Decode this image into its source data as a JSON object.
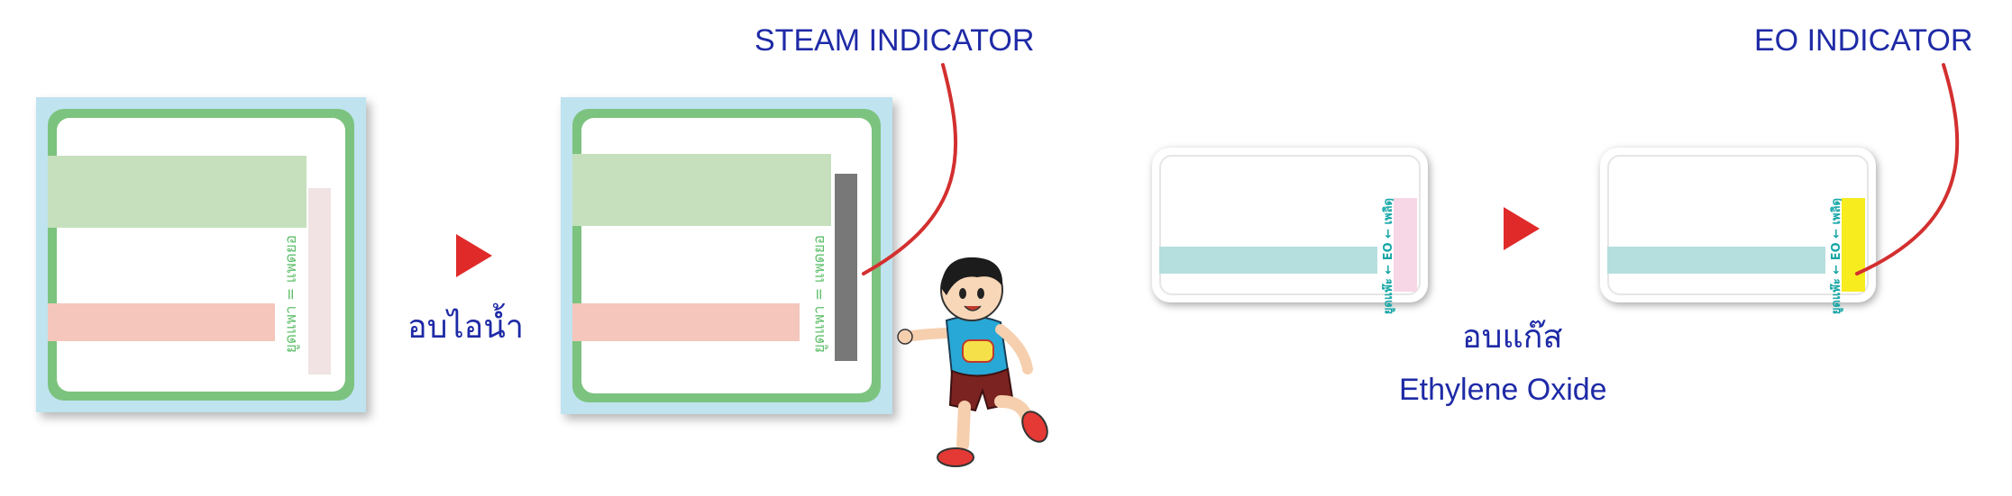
{
  "labels": {
    "steam_indicator": "STEAM INDICATOR",
    "eo_indicator": "EO INDICATOR",
    "steam_process": "อบไอน้ำ",
    "gas_process": "อบแก๊ส",
    "gas_name": "Ethylene Oxide"
  },
  "strip_text": {
    "steam": "ยูดแพา = แพดยอ",
    "eo": "ยูดแพ๊ะ ← EO ← เพลิดุ"
  },
  "colors": {
    "steam_strip_before": "#f1e3e3",
    "steam_strip_after": "#787878",
    "eo_strip_before": "#f7d6e6",
    "eo_strip_after": "#f6ec1e",
    "arrow": "#e02a2a",
    "callout": "#d32f2f",
    "label": "#1e2aa6"
  }
}
